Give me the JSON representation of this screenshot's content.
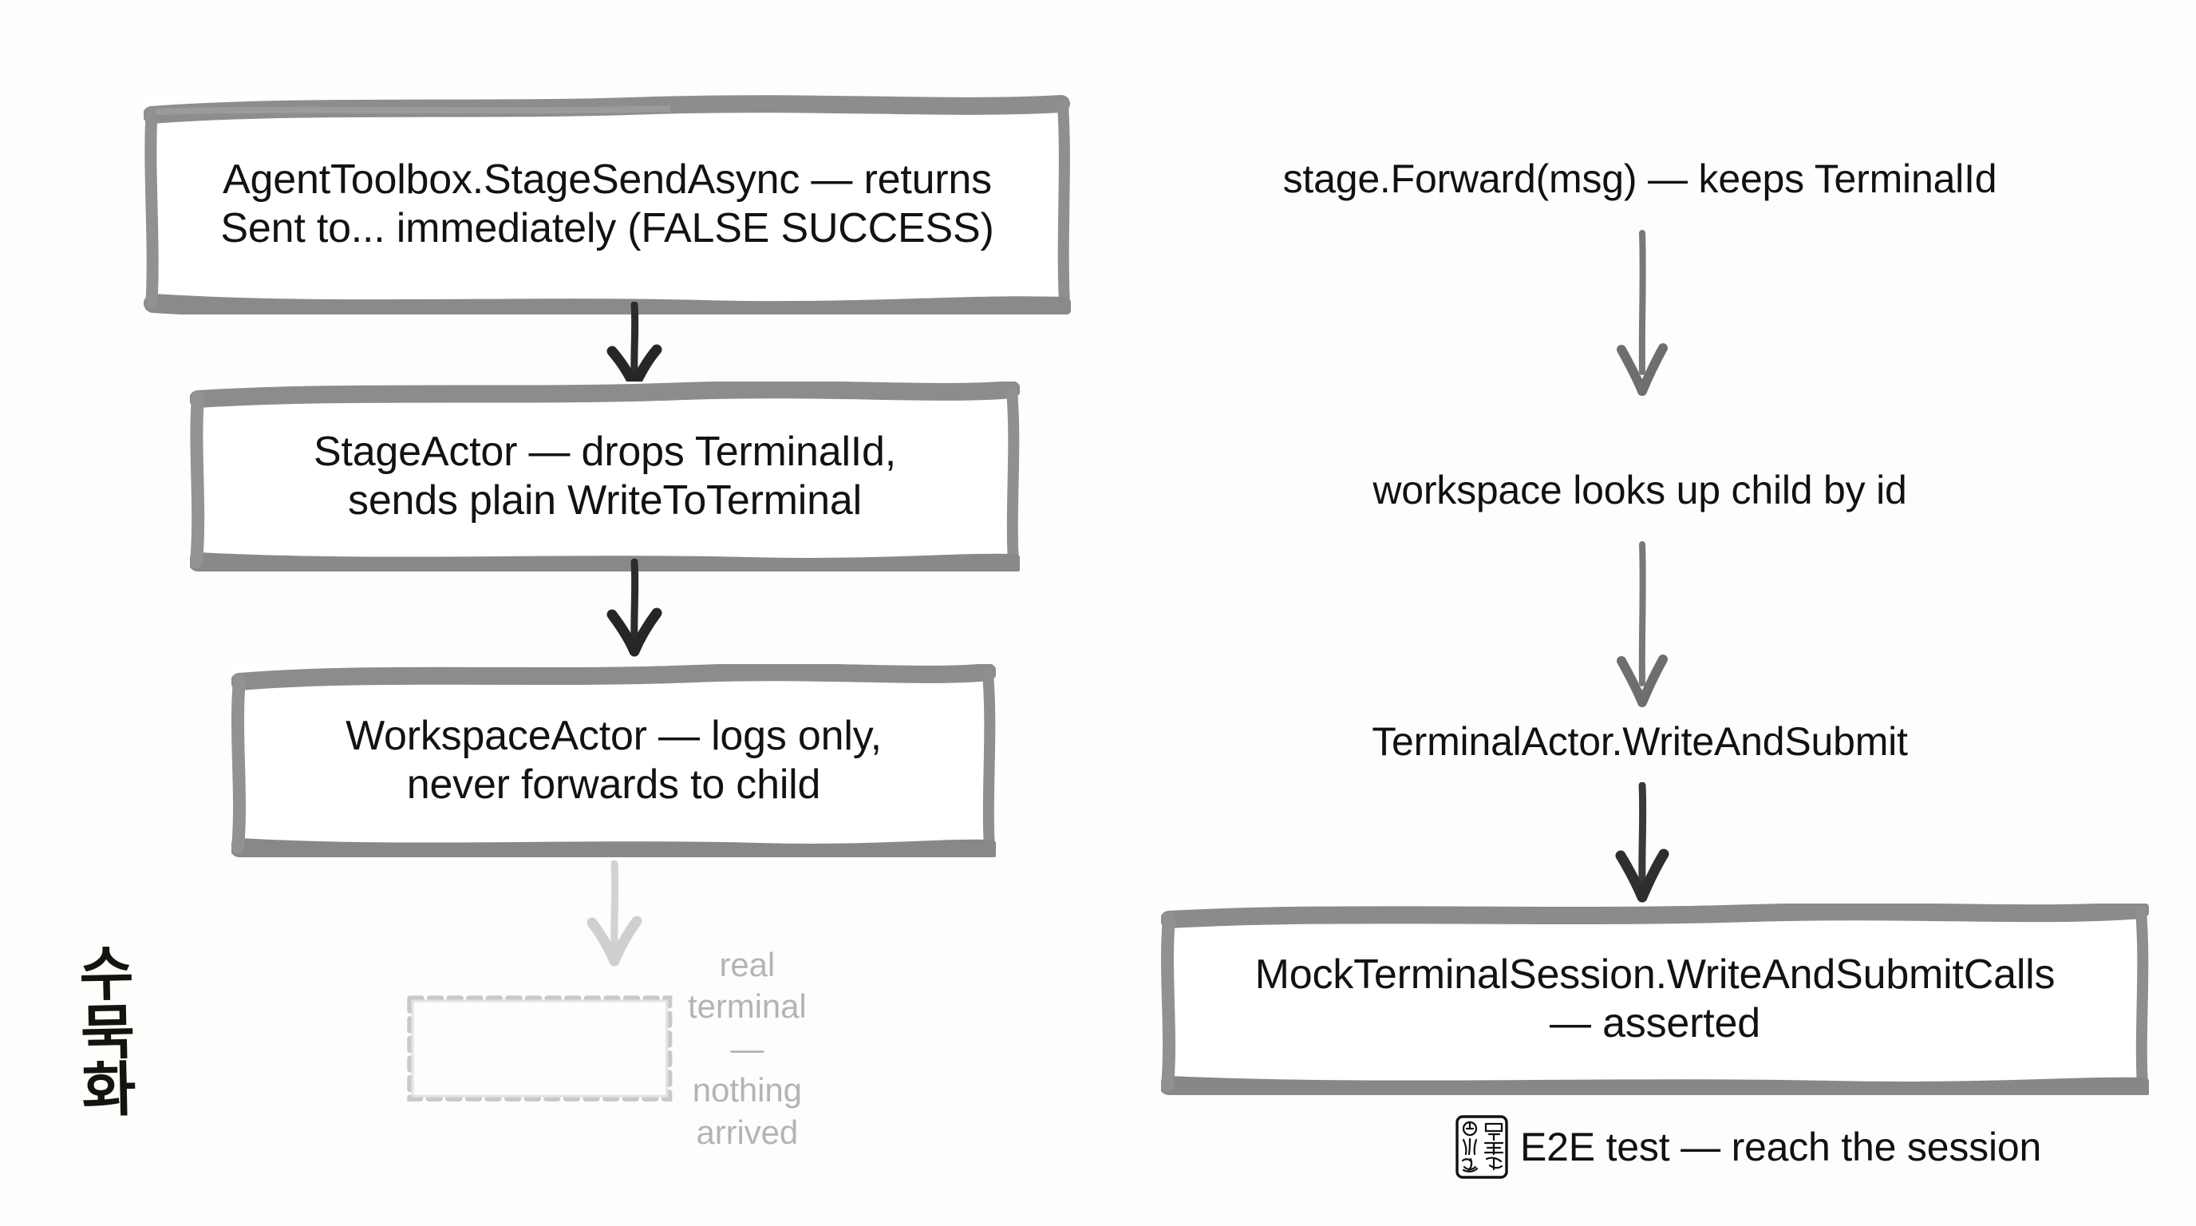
{
  "diagram": {
    "title_signature": "수묵화",
    "signature_chars": [
      "수",
      "묵",
      "화"
    ],
    "background_color": "#fdfdfc",
    "ink_color": "#121212",
    "brush_border_color": "#8a8a8a",
    "ghost_color": "#b4b4b4"
  },
  "left_column": {
    "nodes": [
      {
        "id": "agent-toolbox",
        "style": "boxed",
        "lines": [
          "AgentToolbox.StageSendAsync — returns",
          "Sent to... immediately (FALSE SUCCESS)"
        ]
      },
      {
        "id": "stage-actor",
        "style": "boxed",
        "lines": [
          "StageActor — drops TerminalId,",
          "sends plain WriteToTerminal"
        ]
      },
      {
        "id": "workspace-actor",
        "style": "boxed",
        "lines": [
          "WorkspaceActor — logs only,",
          "never forwards to child"
        ]
      },
      {
        "id": "real-terminal",
        "style": "ghost-dashed",
        "lines": [
          "real terminal —",
          "nothing arrived"
        ]
      }
    ],
    "arrows": [
      {
        "from": "agent-toolbox",
        "to": "stage-actor",
        "tone": "dark"
      },
      {
        "from": "stage-actor",
        "to": "workspace-actor",
        "tone": "dark"
      },
      {
        "from": "workspace-actor",
        "to": "real-terminal",
        "tone": "faded"
      }
    ]
  },
  "right_column": {
    "nodes": [
      {
        "id": "stage-forward",
        "style": "plain",
        "lines": [
          "stage.Forward(msg) — keeps TerminalId"
        ]
      },
      {
        "id": "workspace-lookup",
        "style": "plain",
        "lines": [
          "workspace looks up child by id"
        ]
      },
      {
        "id": "terminal-actor",
        "style": "plain",
        "lines": [
          "TerminalActor.WriteAndSubmit"
        ]
      },
      {
        "id": "mock-terminal-session",
        "style": "boxed",
        "lines": [
          "MockTerminalSession.WriteAndSubmitCalls",
          "— asserted"
        ]
      }
    ],
    "arrows": [
      {
        "from": "stage-forward",
        "to": "workspace-lookup",
        "tone": "mid"
      },
      {
        "from": "workspace-lookup",
        "to": "terminal-actor",
        "tone": "mid"
      },
      {
        "from": "terminal-actor",
        "to": "mock-terminal-session",
        "tone": "dark"
      }
    ]
  },
  "footer": {
    "seal_name": "seal-stamp-icon",
    "caption": "E2E test — reach the session"
  }
}
